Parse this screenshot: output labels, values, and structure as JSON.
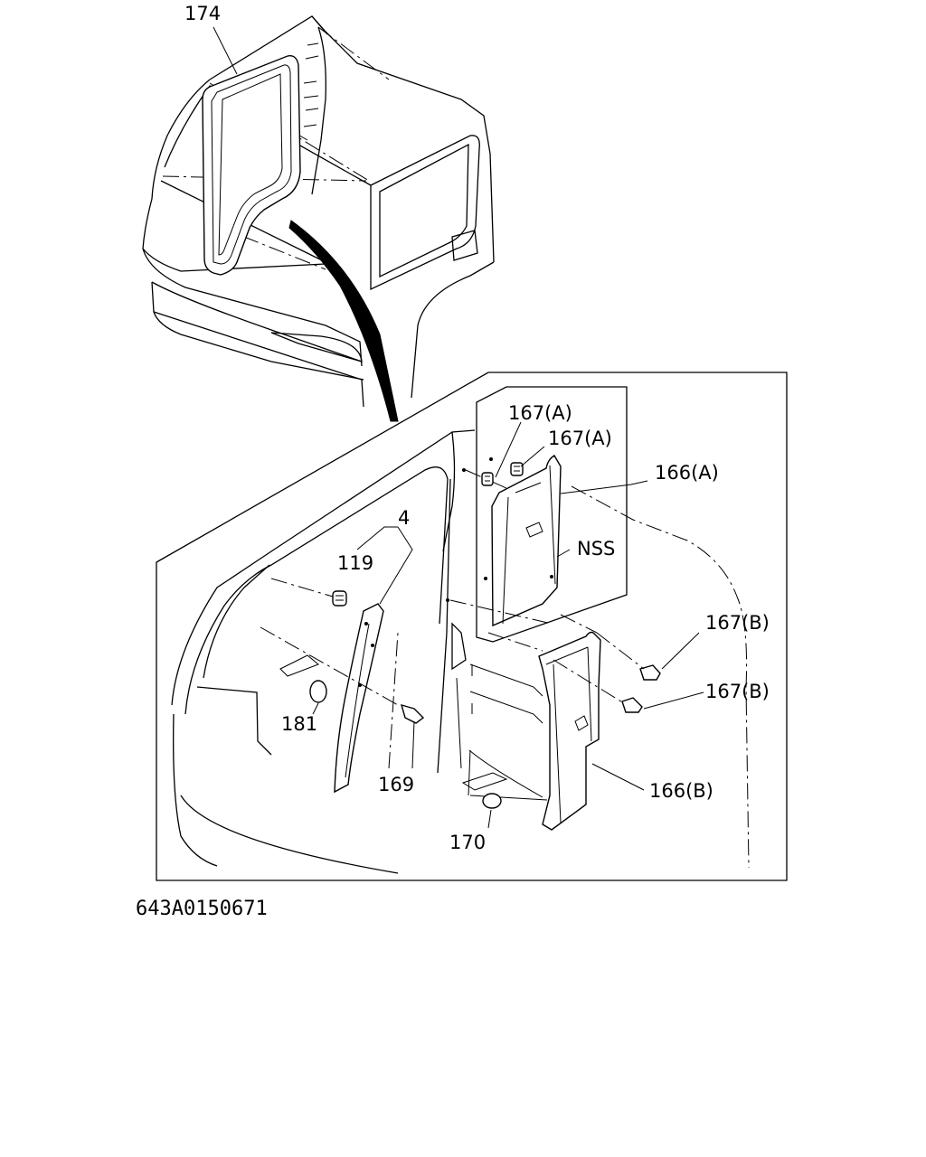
{
  "labels": {
    "p174": "174",
    "p167a_1": "167(A)",
    "p167a_2": "167(A)",
    "p166a": "166(A)",
    "p4": "4",
    "p119": "119",
    "nss": "NSS",
    "p167b_1": "167(B)",
    "p167b_2": "167(B)",
    "p181": "181",
    "p169": "169",
    "p166b": "166(B)",
    "p170": "170"
  },
  "caption": "643A0150671"
}
